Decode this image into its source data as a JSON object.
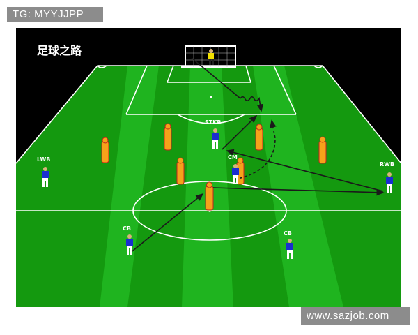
{
  "overlay": {
    "top_left_tag": "TG: MYYJJPP",
    "bottom_right_tag": "www.sazjob.com"
  },
  "scene": {
    "title": "足球之路",
    "colors": {
      "sky": "#000000",
      "grass_light": "#1fb41f",
      "grass_dark": "#14990f",
      "lines": "#ffffff",
      "player_shirt": "#1a2fd0",
      "mannequin": "#f6a21a",
      "pass_arrow": "#1a1a1a"
    },
    "players": [
      {
        "label": "LWB"
      },
      {
        "label": "STKR"
      },
      {
        "label": "CM"
      },
      {
        "label": "RWB"
      },
      {
        "label": "CB"
      },
      {
        "label": "CB"
      }
    ],
    "mannequin_count": 7
  }
}
